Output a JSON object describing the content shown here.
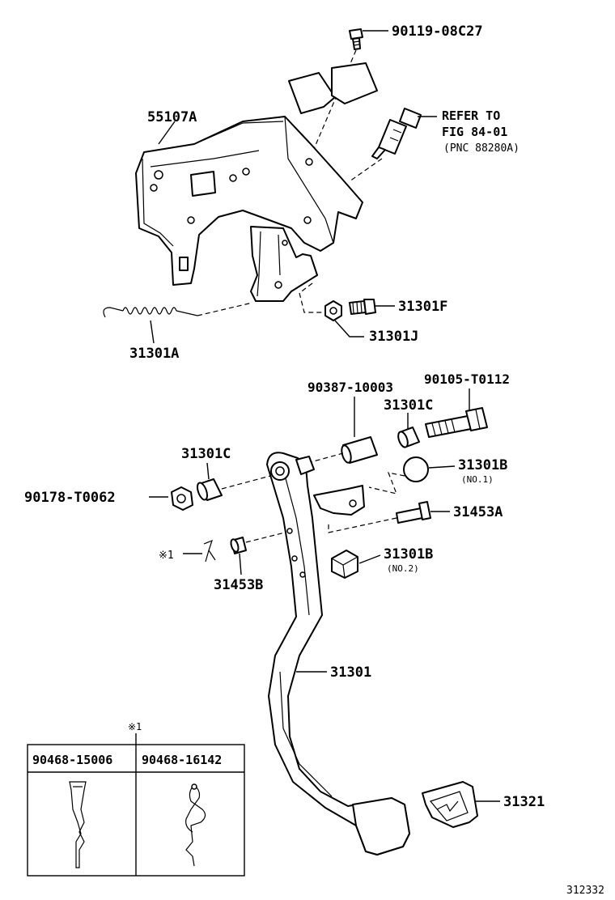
{
  "labels": {
    "bolt_90119": "90119-08C27",
    "refer_line1": "REFER TO",
    "refer_line2": "FIG 84-01",
    "refer_line3": "(PNC 88280A)",
    "bracket_55107A": "55107A",
    "bolt_31301F": "31301F",
    "nut_31301J": "31301J",
    "spring_31301A": "31301A",
    "pin_90387": "90387-10003",
    "bolt_90105": "90105-T0112",
    "bush_31301C_right": "31301C",
    "bush_31301C_left": "31301C",
    "stopper_31301B_no1": "31301B",
    "stopper_31301B_no1_sub": "(NO.1)",
    "nut_90178": "90178-T0062",
    "bolt_31453A": "31453A",
    "clip_ref_mark": "※1",
    "stopper_31301B_no2": "31301B",
    "stopper_31301B_no2_sub": "(NO.2)",
    "pin_31453B": "31453B",
    "pedal_31301": "31301",
    "pad_31321": "31321"
  },
  "clip_table": {
    "ref_mark": "※1",
    "columns": [
      "90468-15006",
      "90468-16142"
    ]
  },
  "figure_id": "312332"
}
